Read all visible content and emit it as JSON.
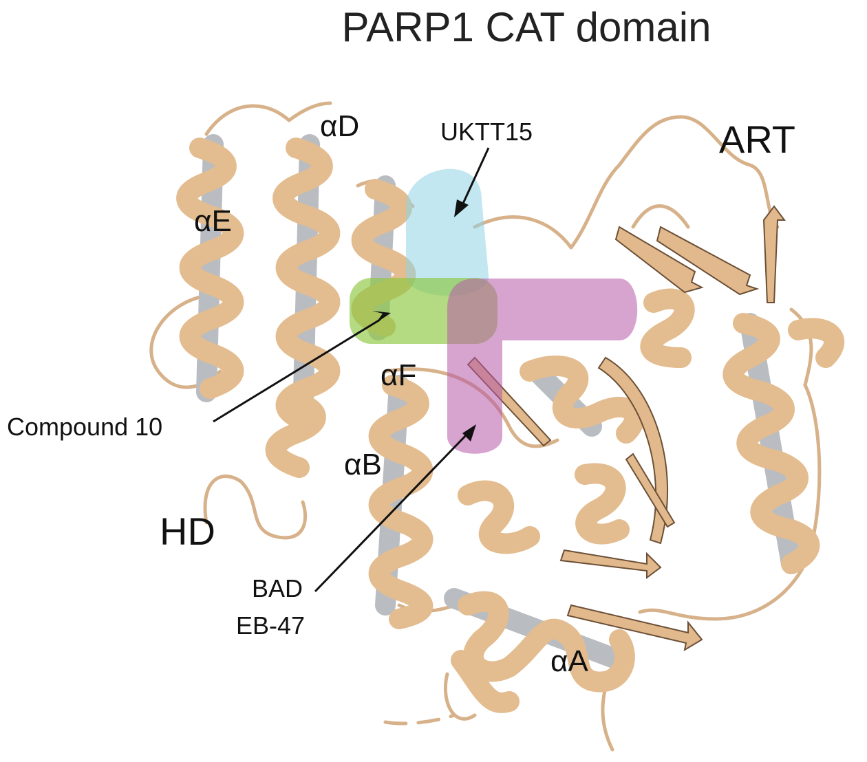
{
  "title": "PARP1 CAT domain",
  "domains": {
    "art": "ART",
    "hd": "HD"
  },
  "helices": {
    "alpha_d": "αD",
    "alpha_e": "αE",
    "alpha_f": "αF",
    "alpha_b": "αB",
    "alpha_a": "αA"
  },
  "binding_sites": {
    "uktt15": "UKTT15",
    "compound10": "Compound 10",
    "bad": "BAD",
    "eb47": "EB-47"
  },
  "colors": {
    "ribbon": "#e3bc8f",
    "ribbon_back": "#b9bdc2",
    "uktt15_site": "#8fd3e3",
    "compound10_site": "#8cc63f",
    "bad_eb47_site": "#b65aa8"
  }
}
